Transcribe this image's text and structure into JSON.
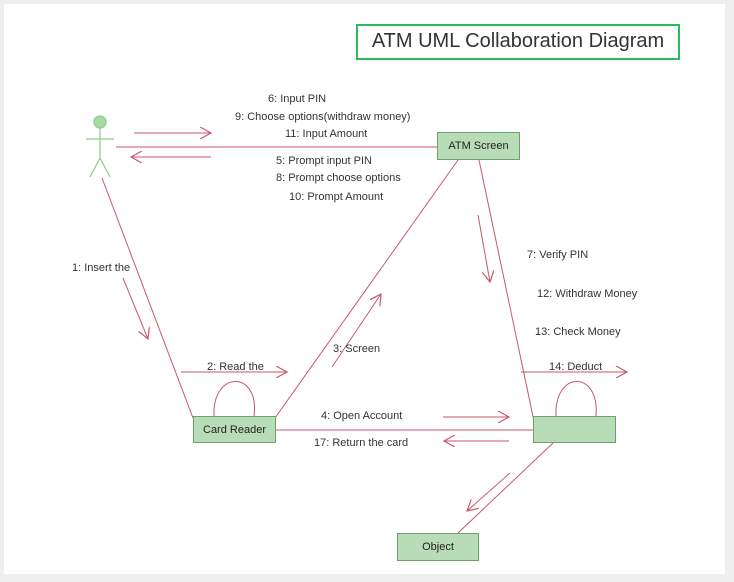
{
  "title": "ATM UML Collaboration Diagram",
  "objects": {
    "atm_screen": "ATM Screen",
    "card_reader": "Card Reader",
    "account": "",
    "object": "Object"
  },
  "messages": {
    "m6": "6: Input PIN",
    "m9": "9: Choose options(withdraw money)",
    "m11": "11: Input Amount",
    "m5": "5: Prompt input PIN",
    "m8": "8: Prompt choose options",
    "m10": "10: Prompt Amount",
    "m1": "1: Insert the",
    "m2": "2: Read the",
    "m3": "3: Screen",
    "m4": "4: Open Account",
    "m17": "17: Return the card",
    "m7": "7: Verify PIN",
    "m12": "12: Withdraw Money",
    "m13": "13: Check Money",
    "m14": "14: Deduct"
  },
  "colors": {
    "line": "#c9576b",
    "object_fill": "#b9dcb8",
    "object_border": "#6aa46b",
    "title_border": "#2dbb5a",
    "actor": "#8fcf8a"
  }
}
